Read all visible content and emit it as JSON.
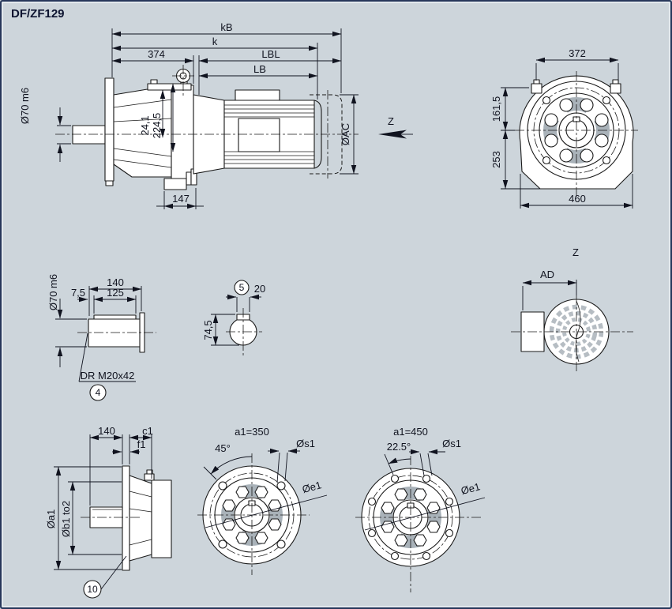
{
  "title": "DF/ZF129",
  "side_view": {
    "kB": "kB",
    "k": "k",
    "len_374": "374",
    "LBL": "LBL",
    "LB": "LB",
    "shaft_dia": "Ø70 m6",
    "dim_24_1": "24,1",
    "dim_224_5": "224,5",
    "dim_147": "147",
    "motor_dia": "ØAC",
    "view_arrow": "Z"
  },
  "front_view": {
    "width_372": "372",
    "height_161_5": "161,5",
    "height_253": "253",
    "base_460": "460"
  },
  "shaft_detail": {
    "len_140": "140",
    "len_7_5": "7,5",
    "len_125": "125",
    "dia": "Ø70 m6",
    "thread": "DR M20x42",
    "callout": "4"
  },
  "key_section": {
    "callout": "5",
    "width_20": "20",
    "height_74_5": "74,5"
  },
  "fan_view": {
    "label": "Z",
    "dim_AD": "AD"
  },
  "flange_side": {
    "len_140": "140",
    "c1": "c1",
    "f1": "f1",
    "dia_a1": "Øa1",
    "dia_b1": "Øb1 to2",
    "callout": "10"
  },
  "flange_350": {
    "title": "a1=350",
    "angle": "45°",
    "s1": "Øs1",
    "e1": "Øe1"
  },
  "flange_450": {
    "title": "a1=450",
    "angle": "22.5°",
    "s1": "Øs1",
    "e1": "Øe1"
  }
}
